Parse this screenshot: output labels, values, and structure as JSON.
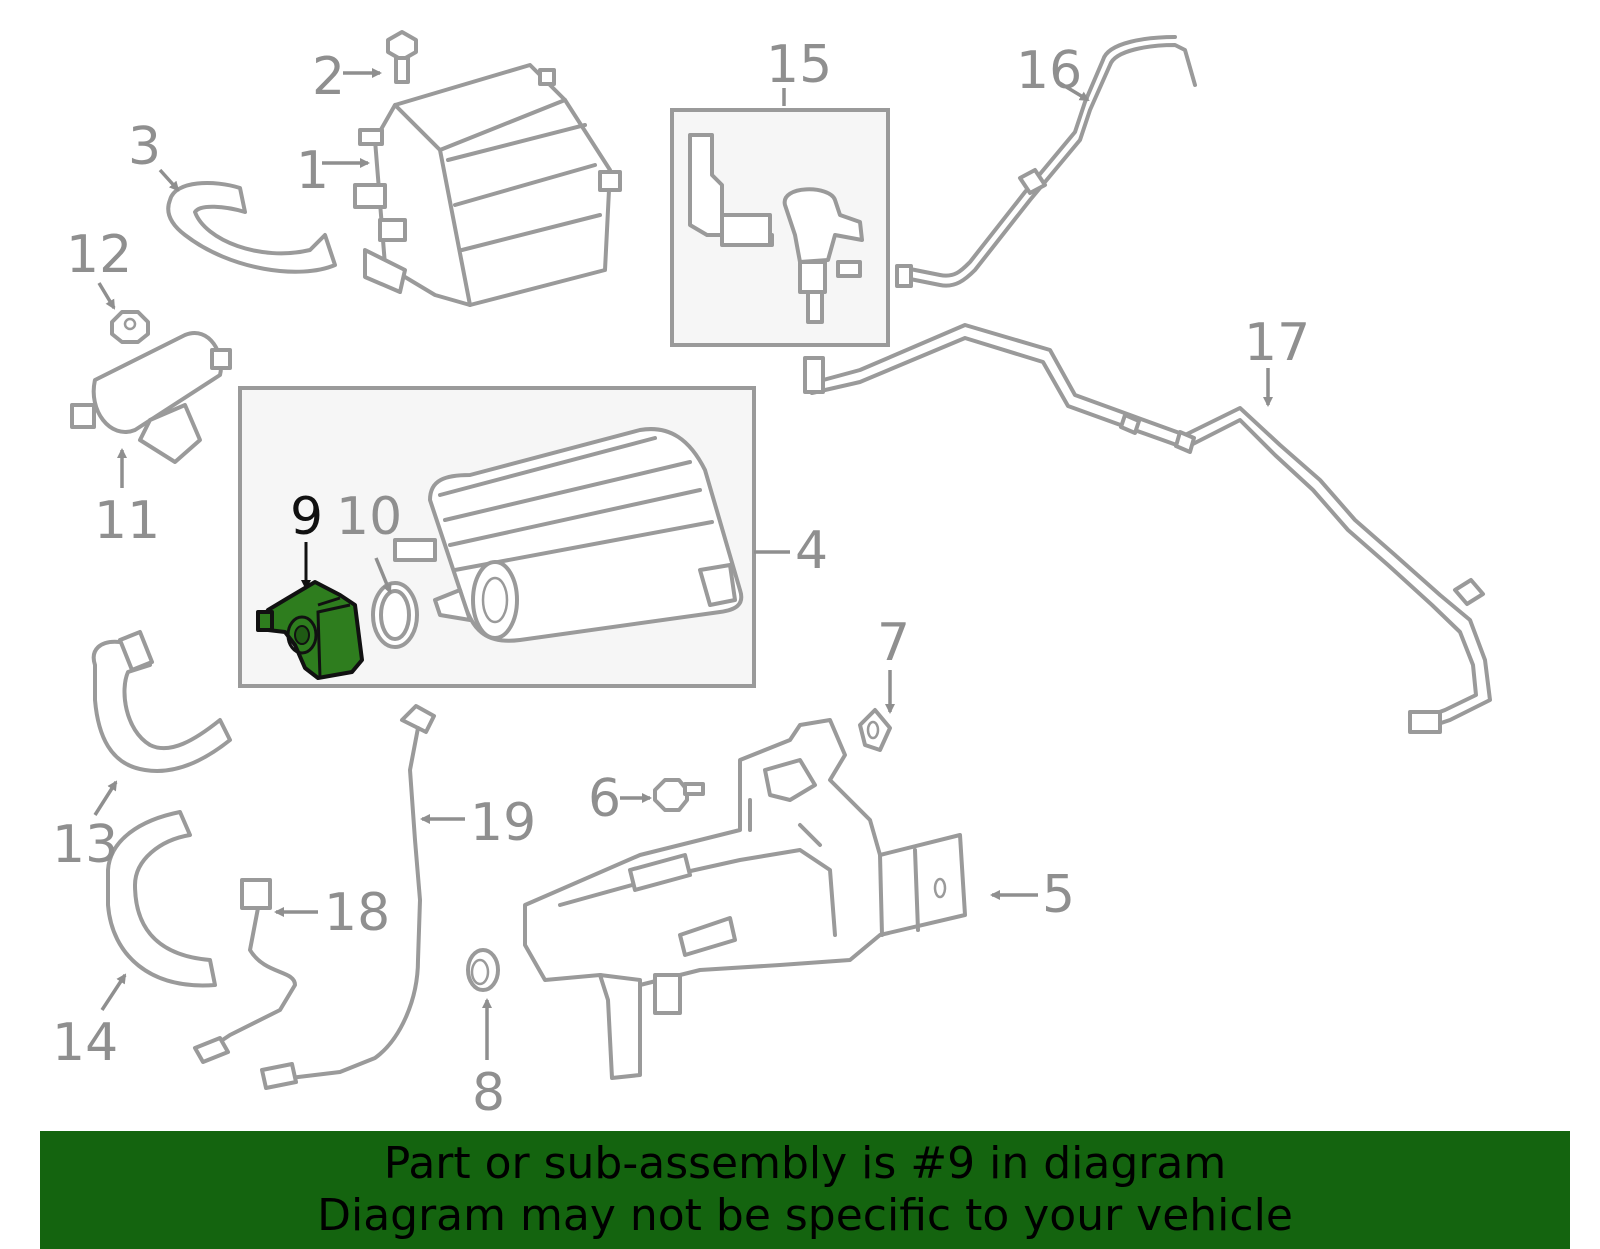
{
  "callouts": {
    "c1": "1",
    "c2": "2",
    "c3": "3",
    "c4": "4",
    "c5": "5",
    "c6": "6",
    "c7": "7",
    "c8": "8",
    "c9": "9",
    "c10": "10",
    "c11": "11",
    "c12": "12",
    "c13": "13",
    "c14": "14",
    "c15": "15",
    "c16": "16",
    "c17": "17",
    "c18": "18",
    "c19": "19"
  },
  "highlighted_part": "9",
  "colors": {
    "highlight": "#2e7d1e",
    "banner": "#14640f",
    "outline": "#9a9a9a"
  },
  "banner": {
    "line1": "Part or sub-assembly is #9 in diagram",
    "line2": "Diagram may not be specific to your vehicle"
  }
}
